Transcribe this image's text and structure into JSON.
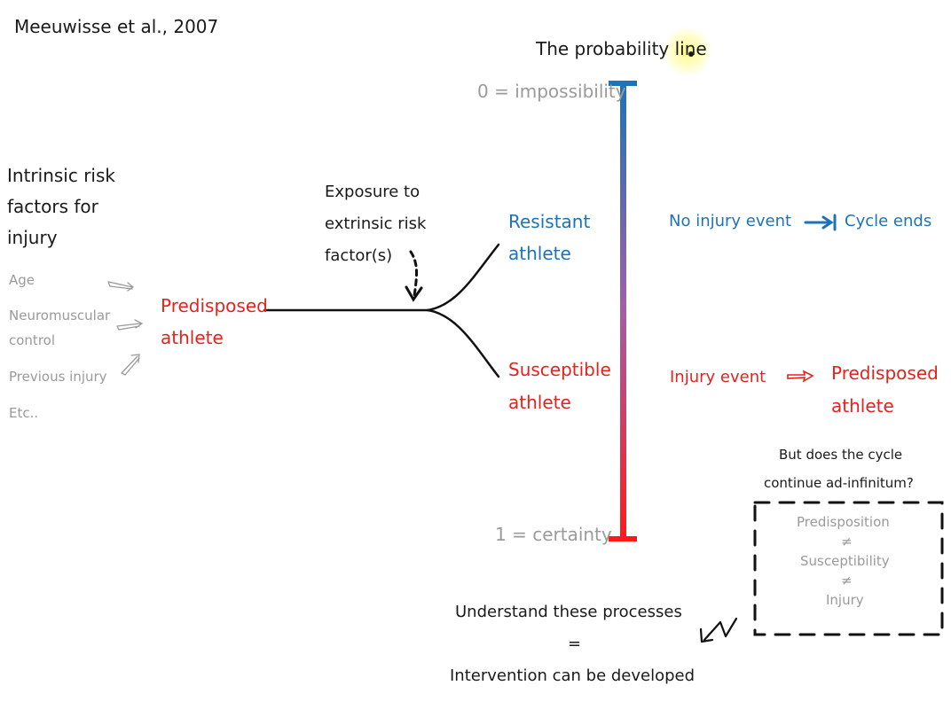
{
  "citation": "Meeuwisse et al., 2007",
  "probability_line": {
    "title": "The probability line",
    "top_label": "0 = impossibility",
    "bottom_label": "1 = certainty",
    "gradient_top": "#1d73b8",
    "gradient_bottom": "#ff1a1a"
  },
  "intrinsic": {
    "heading_lines": [
      "Intrinsic risk",
      "factors for",
      "injury"
    ],
    "factors": [
      "Age",
      "Neuromuscular",
      "control",
      "Previous injury",
      "Etc.."
    ]
  },
  "predisposed": {
    "lines": [
      "Predisposed",
      "athlete"
    ]
  },
  "exposure": {
    "lines": [
      "Exposure to",
      "extrinsic risk",
      "factor(s)"
    ]
  },
  "resistant": {
    "lines": [
      "Resistant",
      "athlete"
    ]
  },
  "susceptible": {
    "lines": [
      "Susceptible",
      "athlete"
    ]
  },
  "outcomes": {
    "no_injury": "No injury event",
    "cycle_ends": "Cycle ends",
    "injury": "Injury event",
    "predisposed_lines": [
      "Predisposed",
      "athlete"
    ]
  },
  "question": {
    "lines": [
      "But does the cycle",
      "continue ad-infinitum?"
    ]
  },
  "box": {
    "lines": [
      "Predisposition",
      "≠",
      "Susceptibility",
      "≠",
      "Injury"
    ]
  },
  "conclusion": {
    "line1": "Understand these processes",
    "equals": "=",
    "line2": "Intervention can be developed"
  },
  "colors": {
    "red": "#e8211c",
    "blue": "#1d73b8",
    "grey": "#9a9a9a"
  }
}
